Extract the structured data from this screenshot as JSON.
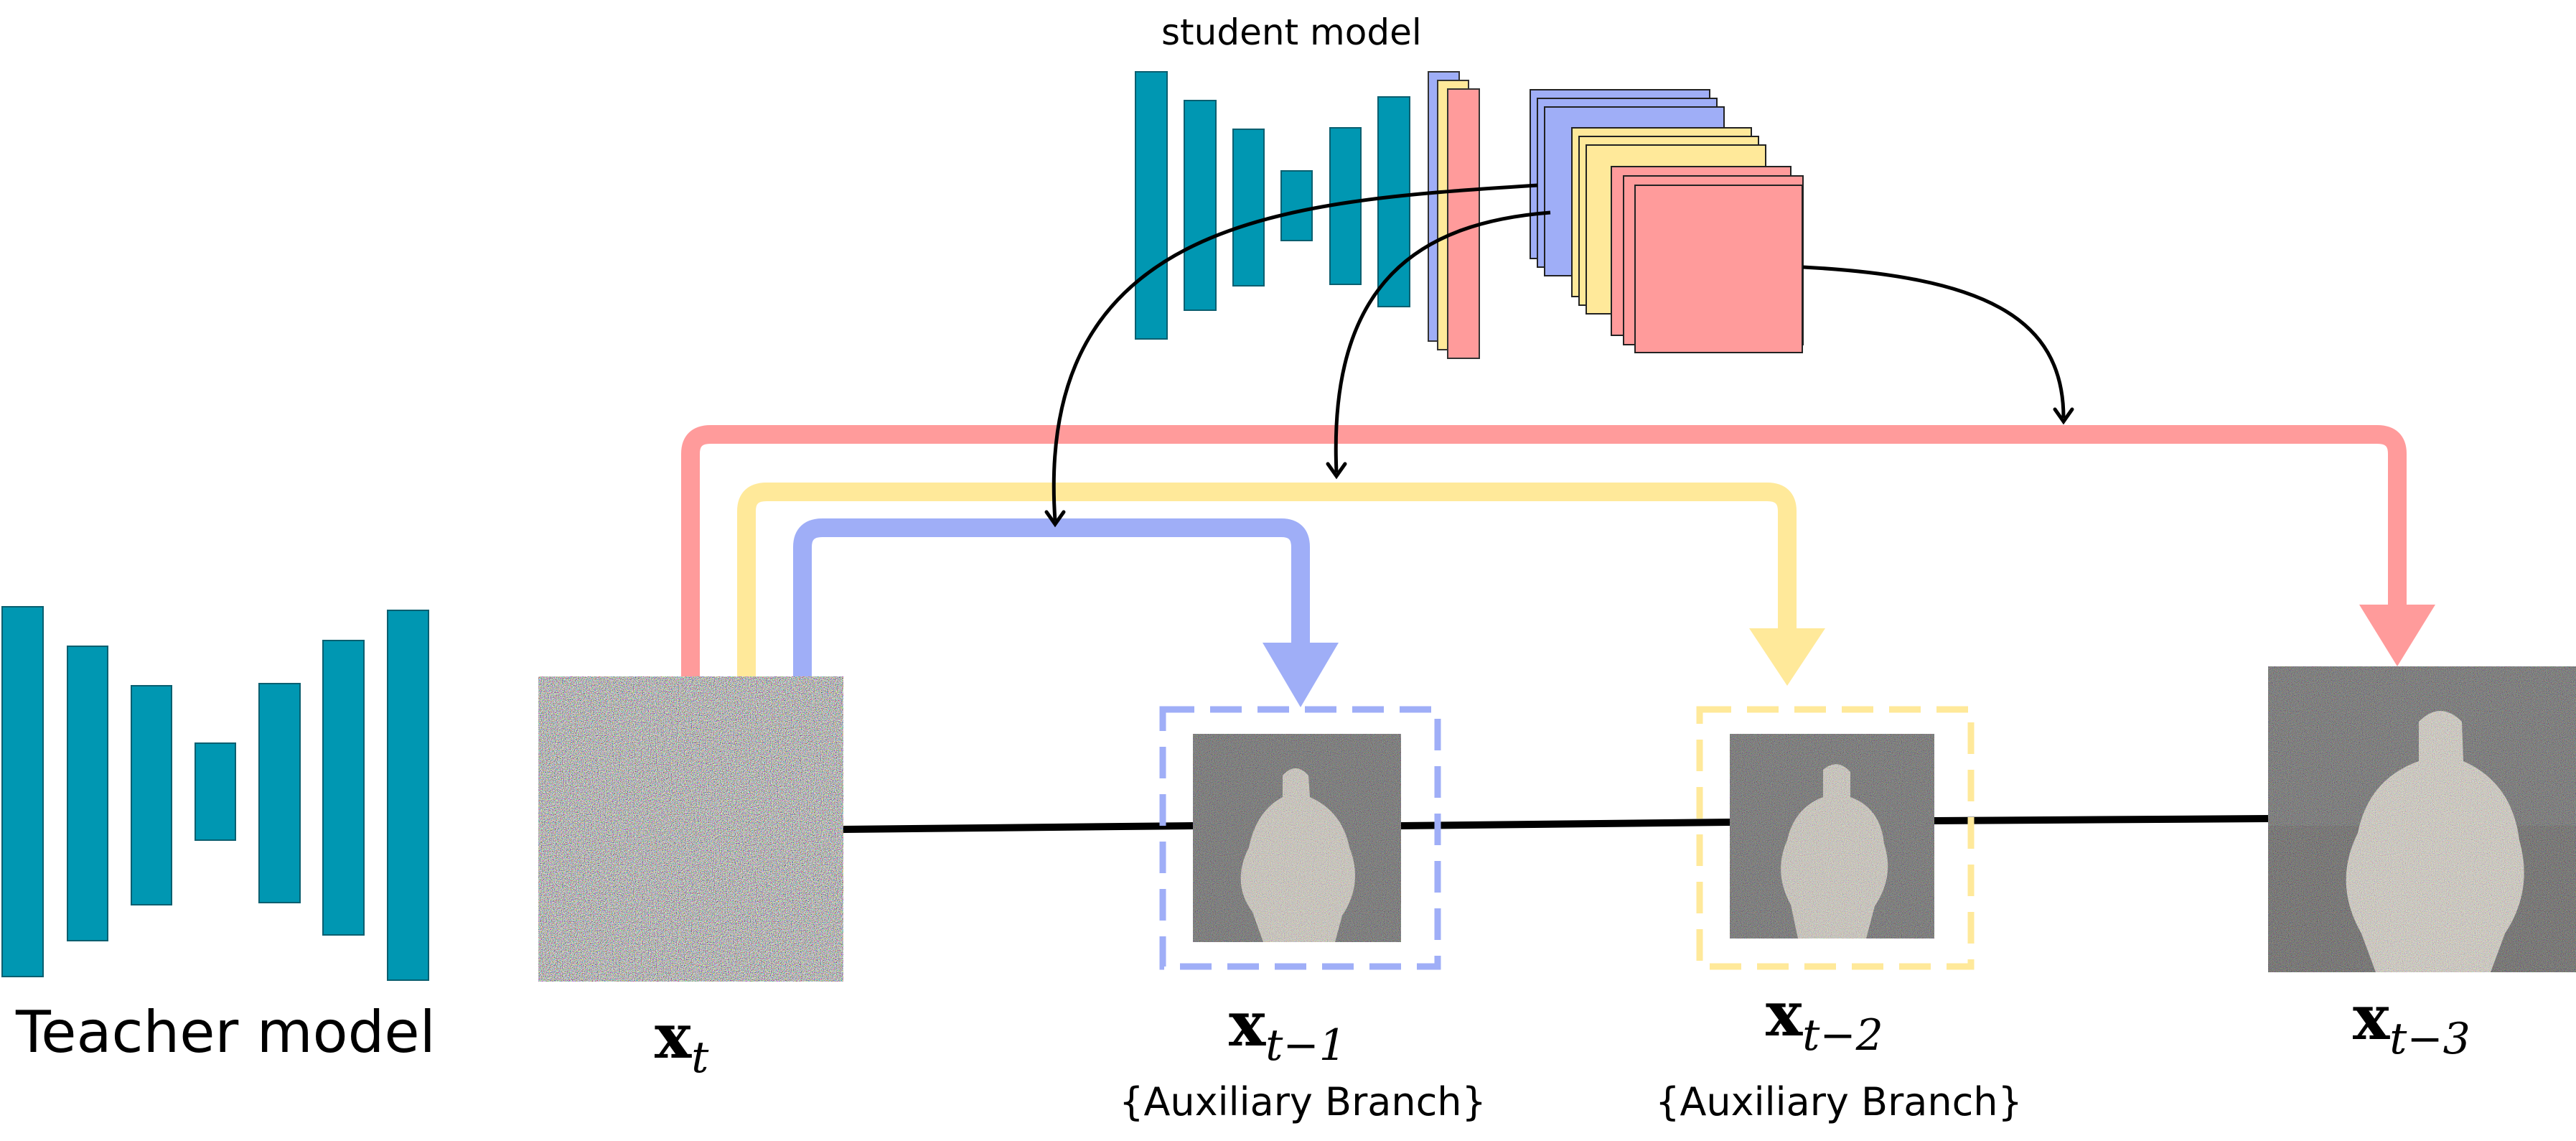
{
  "labels": {
    "student_model": "student model",
    "teacher_model": "Teacher model",
    "x_t_base": "x",
    "x_t_sub": "t",
    "x_t1_base": "x",
    "x_t1_sub": "t−1",
    "x_t2_base": "x",
    "x_t2_sub": "t−2",
    "x_t3_base": "x",
    "x_t3_sub": "t−3",
    "aux_branch_1": "{Auxiliary Branch}",
    "aux_branch_2": "{Auxiliary Branch}"
  },
  "colors": {
    "teal": "#0097B2",
    "blue": "#9FAEF7",
    "yellow": "#FFE99A",
    "red": "#FF9B9B",
    "black": "#000000",
    "noise_base": "#6f6f66",
    "image_bg": "#3a3a3a",
    "figure_light": "#d8d0c0"
  },
  "icons": {
    "teacher": "unet-icon",
    "student": "unet-icon",
    "noise": "noise-image",
    "denoised": "denoised-image"
  }
}
